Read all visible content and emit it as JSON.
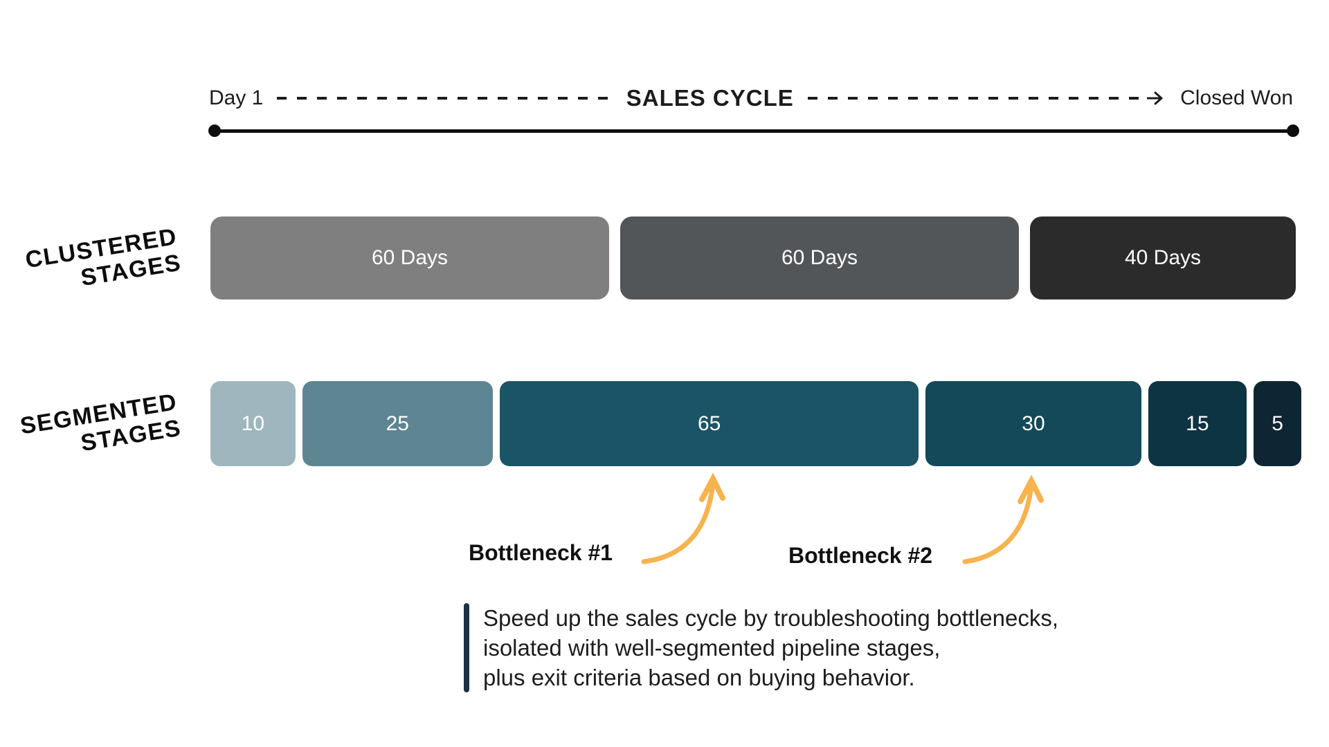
{
  "timeline": {
    "start": "Day 1",
    "center": "SALES CYCLE",
    "end": "Closed Won"
  },
  "clustered": {
    "label_line1": "CLUSTERED",
    "label_line2": "STAGES",
    "bars": [
      {
        "label": "60 Days",
        "days": 60,
        "color": "#7f7f7f"
      },
      {
        "label": "60 Days",
        "days": 60,
        "color": "#535659"
      },
      {
        "label": "40 Days",
        "days": 40,
        "color": "#2b2b2b"
      }
    ]
  },
  "segmented": {
    "label_line1": "SEGMENTED",
    "label_line2": "STAGES",
    "bars": [
      {
        "label": "10",
        "days": 10,
        "color": "#9fb6be"
      },
      {
        "label": "25",
        "days": 25,
        "color": "#5d8692"
      },
      {
        "label": "65",
        "days": 65,
        "color": "#1c5467"
      },
      {
        "label": "30",
        "days": 30,
        "color": "#14495a"
      },
      {
        "label": "15",
        "days": 15,
        "color": "#0d3442"
      },
      {
        "label": "5",
        "days": 5,
        "color": "#0e2533"
      }
    ]
  },
  "bottlenecks": [
    {
      "label": "Bottleneck #1"
    },
    {
      "label": "Bottleneck #2"
    }
  ],
  "note": {
    "lines": [
      "Speed up the sales cycle by troubleshooting bottlenecks,",
      "isolated with well-segmented pipeline stages,",
      "plus exit criteria based on buying behavior."
    ]
  },
  "colors": {
    "ink": "#1c1c1c",
    "arrow_orange": "#F7B34E",
    "note_bar": "#1d3140"
  }
}
